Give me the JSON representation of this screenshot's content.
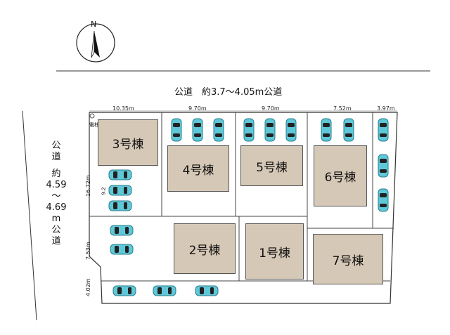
{
  "compass": {
    "label": "N"
  },
  "road_top": {
    "label": "公道　約3.7〜4.05m公道"
  },
  "road_left": {
    "lines": [
      "公",
      "道",
      "約",
      "4.59",
      "〜",
      "4.69",
      "m",
      "公",
      "道"
    ]
  },
  "frontage_dims": [
    "10.35m",
    "9.70m",
    "9.70m",
    "7.52m",
    "3.97m"
  ],
  "side_dims": {
    "d1": "16.72m",
    "d2": "7.53m",
    "d3": "4.02m",
    "inner": "9.2"
  },
  "pole_label": "電柱",
  "buildings": {
    "b1": "1号棟",
    "b2": "2号棟",
    "b3": "3号棟",
    "b4": "4号棟",
    "b5": "5号棟",
    "b6": "6号棟",
    "b7": "7号棟"
  },
  "colors": {
    "building": "#d6c8b6",
    "car": "#5fc8d8",
    "line": "#333333"
  }
}
